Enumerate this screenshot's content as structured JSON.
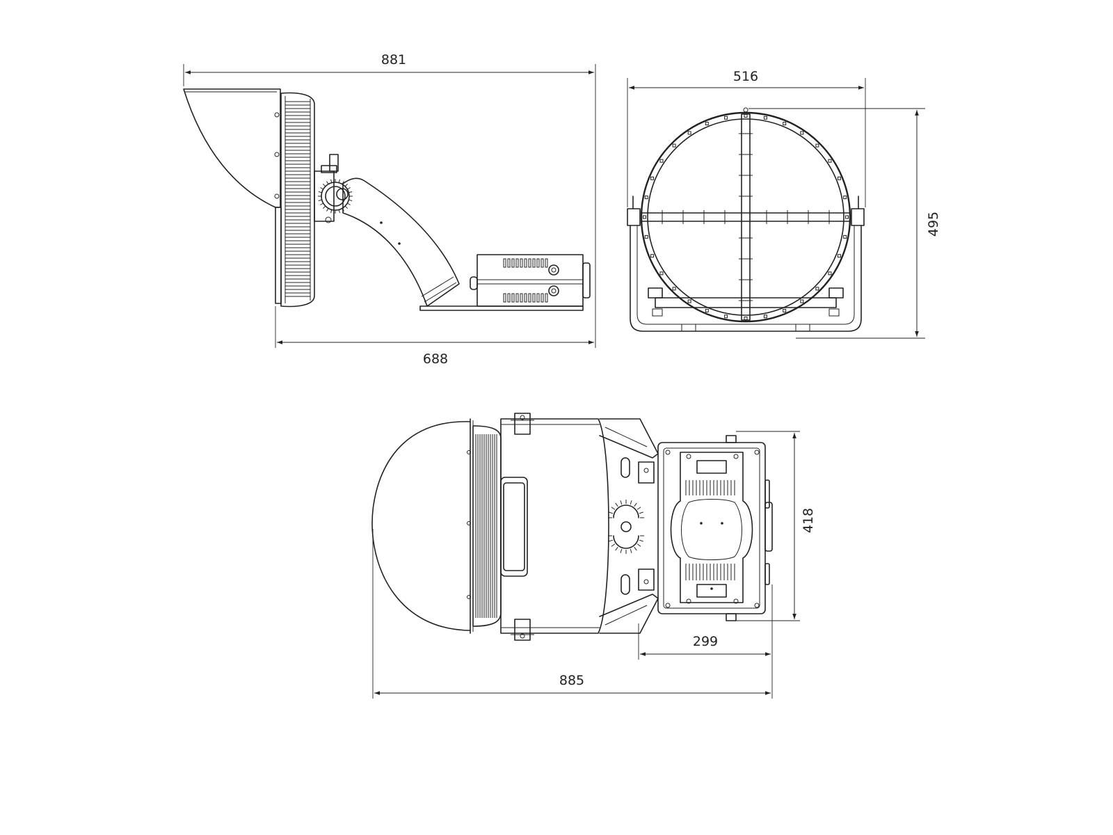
{
  "dimensions": {
    "side_total_length": "881",
    "side_base_length": "688",
    "front_width": "516",
    "front_height": "495",
    "top_depth": "418",
    "top_box_width": "299",
    "top_total_length": "885"
  },
  "colors": {
    "line": "#222222",
    "background": "#ffffff"
  }
}
